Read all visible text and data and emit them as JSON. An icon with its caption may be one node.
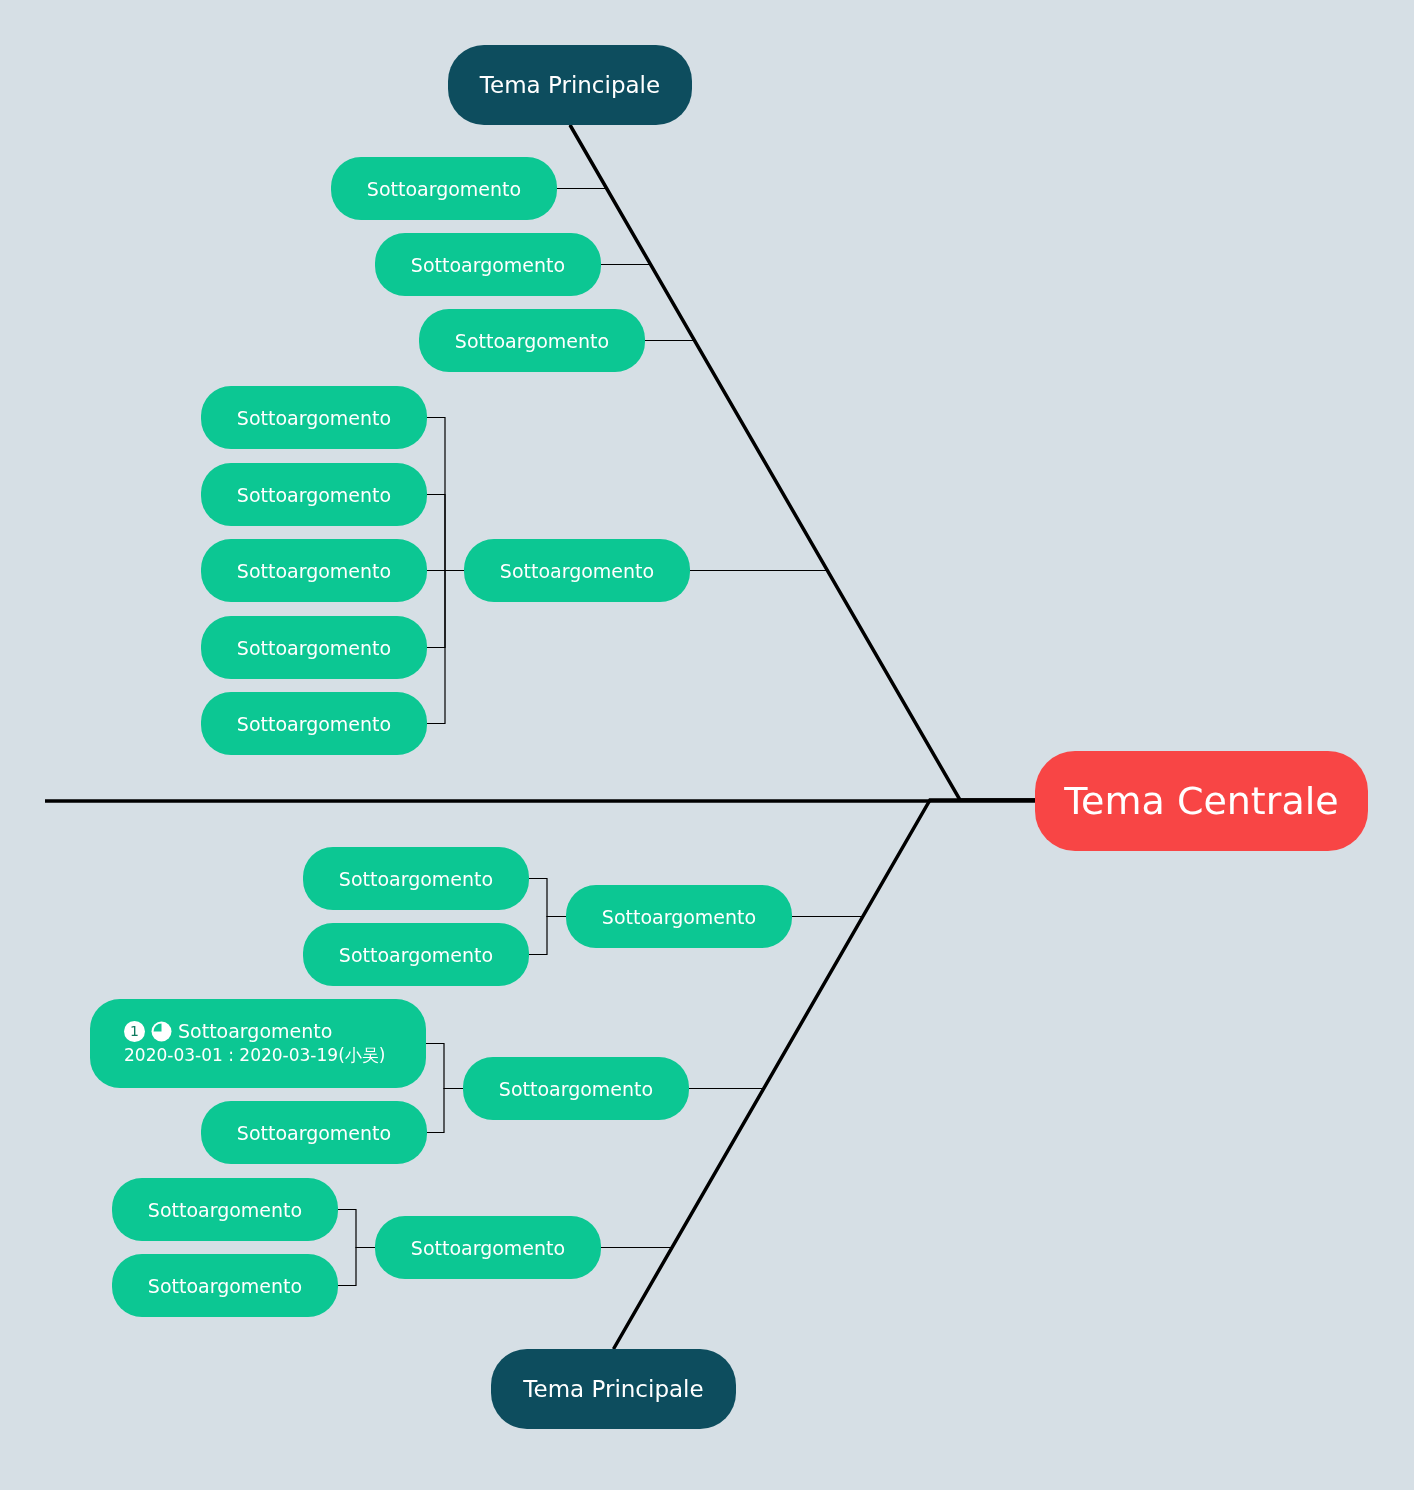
{
  "diagram": {
    "nodes": [
      {
        "text": [
          "Tema Centrale"
        ]
      },
      {
        "text": [
          "Tema Principale"
        ]
      },
      {
        "text": [
          "Sottoargomento"
        ]
      },
      {
        "text": [
          "Sottoargomento"
        ]
      },
      {
        "text": [
          "Sottoargomento"
        ]
      },
      {
        "text": [
          "Sottoargomento"
        ]
      },
      {
        "text": [
          "Sottoargomento"
        ]
      },
      {
        "text": [
          "Sottoargomento"
        ]
      },
      {
        "text": [
          "Sottoargomento"
        ]
      },
      {
        "text": [
          "Sottoargomento"
        ]
      },
      {
        "text": [
          "Sottoargomento"
        ]
      },
      {
        "text": [
          "Tema Principale"
        ]
      },
      {
        "text": [
          "Sottoargomento"
        ]
      },
      {
        "text": [
          "Sottoargomento"
        ]
      },
      {
        "text": [
          "Sottoargomento"
        ]
      },
      {
        "text": [
          "Sottoargomento"
        ]
      },
      {
        "text": [
          "1",
          "Sottoargomento",
          "2020-03-01 : 2020-03-19(小吴)"
        ]
      },
      {
        "text": [
          "Sottoargomento"
        ]
      },
      {
        "text": [
          "Sottoargomento"
        ]
      },
      {
        "text": [
          "Sottoargomento"
        ]
      },
      {
        "text": [
          "Sottoargomento"
        ]
      }
    ],
    "edges": [
      {
        "from": null,
        "to": 0,
        "arrow": "none",
        "style": "thick"
      },
      {
        "from": 1,
        "to": 0,
        "arrow": "none",
        "style": "thick"
      },
      {
        "from": 11,
        "to": 0,
        "arrow": "none",
        "style": "thick"
      },
      {
        "from": 2,
        "to": 1,
        "arrow": "none"
      },
      {
        "from": 3,
        "to": 1,
        "arrow": "none"
      },
      {
        "from": 4,
        "to": 1,
        "arrow": "none"
      },
      {
        "from": 5,
        "to": 1,
        "arrow": "none"
      },
      {
        "from": 6,
        "to": 5,
        "arrow": "none"
      },
      {
        "from": 7,
        "to": 5,
        "arrow": "none"
      },
      {
        "from": 8,
        "to": 5,
        "arrow": "none"
      },
      {
        "from": 9,
        "to": 5,
        "arrow": "none"
      },
      {
        "from": 10,
        "to": 5,
        "arrow": "none"
      },
      {
        "from": 12,
        "to": 11,
        "arrow": "none"
      },
      {
        "from": 15,
        "to": 11,
        "arrow": "none"
      },
      {
        "from": 18,
        "to": 11,
        "arrow": "none"
      },
      {
        "from": 13,
        "to": 12,
        "arrow": "none"
      },
      {
        "from": 14,
        "to": 12,
        "arrow": "none"
      },
      {
        "from": 16,
        "to": 15,
        "arrow": "none"
      },
      {
        "from": 17,
        "to": 15,
        "arrow": "none"
      },
      {
        "from": 19,
        "to": 18,
        "arrow": "none"
      },
      {
        "from": 20,
        "to": 18,
        "arrow": "none"
      }
    ]
  }
}
